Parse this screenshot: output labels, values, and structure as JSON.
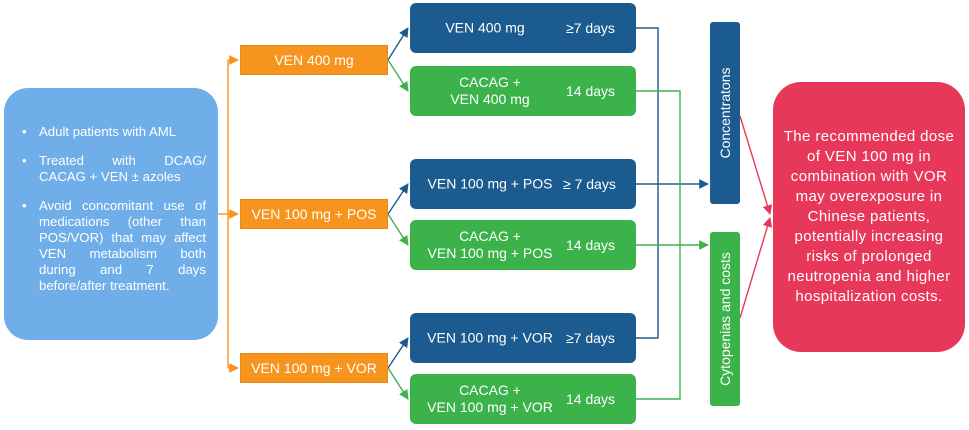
{
  "patients": {
    "items": [
      "Adult patients with AML",
      "Treated with DCAG/ CACAG + VEN ± azoles",
      "Avoid concomitant use of medications (other than POS/VOR) that may affect VEN metabolism both during and 7 days before/after treatment."
    ]
  },
  "groups": [
    {
      "label": "VEN 400 mg"
    },
    {
      "label": "VEN 100 mg + POS"
    },
    {
      "label": "VEN 100 mg + VOR"
    }
  ],
  "regimens": [
    {
      "label": "VEN 400 mg",
      "duration": "≥7 days"
    },
    {
      "label": "CACAG +\nVEN 400 mg",
      "duration": "14 days"
    },
    {
      "label": "VEN 100 mg + POS",
      "duration": "≥ 7 days"
    },
    {
      "label": "CACAG +\nVEN 100 mg + POS",
      "duration": "14 days"
    },
    {
      "label": "VEN 100 mg + VOR",
      "duration": "≥7 days"
    },
    {
      "label": "CACAG +\nVEN 100 mg + VOR",
      "duration": "14 days"
    }
  ],
  "outcomes": {
    "concentrations": "Concentratons",
    "cytopenias": "Cytopenias and costs"
  },
  "conclusion": "The recommended dose of VEN 100 mg in combination with VOR may overexposure in Chinese patients, potentially increasing risks of prolonged neutropenia and higher hospitalization costs.",
  "colors": {
    "patients_box": "#6faee9",
    "group_box": "#f7941e",
    "short_regimen_box": "#1b5b8f",
    "combo_regimen_box": "#3cb24b",
    "conclusion_box": "#e8385a"
  }
}
